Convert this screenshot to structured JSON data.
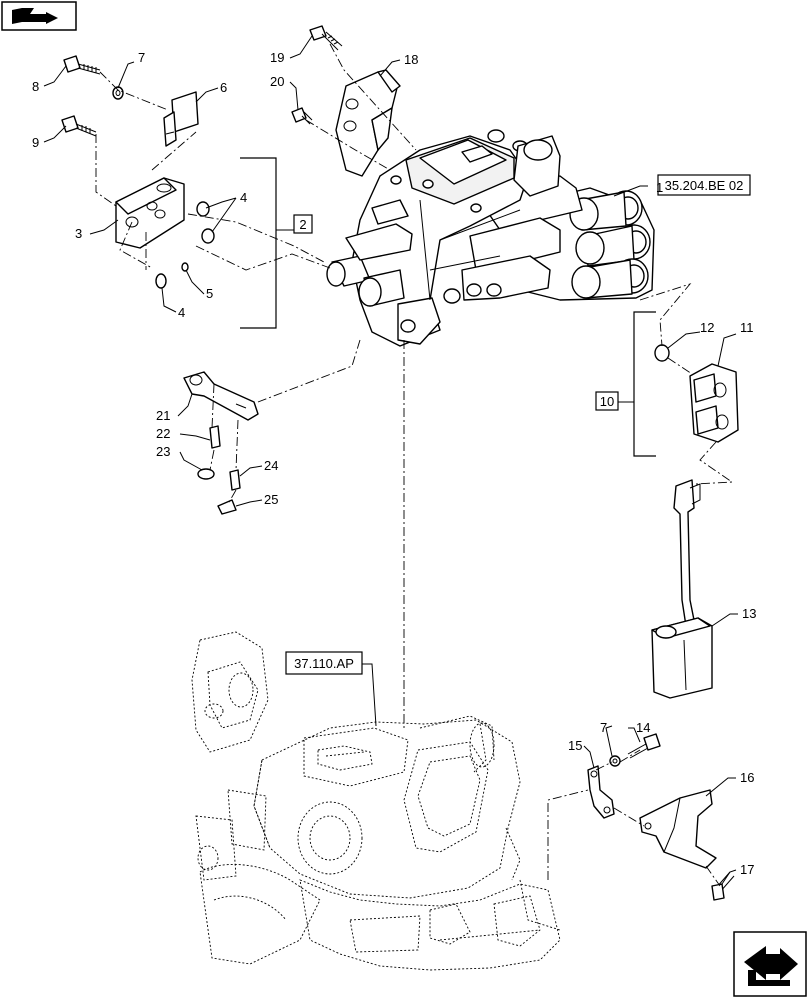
{
  "callouts": [
    {
      "id": "c1",
      "label": "1"
    },
    {
      "id": "c3",
      "label": "3"
    },
    {
      "id": "c4a",
      "label": "4"
    },
    {
      "id": "c4b",
      "label": "4"
    },
    {
      "id": "c5",
      "label": "5"
    },
    {
      "id": "c6",
      "label": "6"
    },
    {
      "id": "c7a",
      "label": "7"
    },
    {
      "id": "c7b",
      "label": "7"
    },
    {
      "id": "c8",
      "label": "8"
    },
    {
      "id": "c9",
      "label": "9"
    },
    {
      "id": "c11",
      "label": "11"
    },
    {
      "id": "c12",
      "label": "12"
    },
    {
      "id": "c13",
      "label": "13"
    },
    {
      "id": "c14",
      "label": "14"
    },
    {
      "id": "c15",
      "label": "15"
    },
    {
      "id": "c16",
      "label": "16"
    },
    {
      "id": "c17",
      "label": "17"
    },
    {
      "id": "c18",
      "label": "18"
    },
    {
      "id": "c19",
      "label": "19"
    },
    {
      "id": "c20",
      "label": "20"
    },
    {
      "id": "c21",
      "label": "21"
    },
    {
      "id": "c22",
      "label": "22"
    },
    {
      "id": "c23",
      "label": "23"
    },
    {
      "id": "c24",
      "label": "24"
    },
    {
      "id": "c25",
      "label": "25"
    }
  ],
  "group_labels": {
    "group_2": "2",
    "group_10": "10"
  },
  "references": {
    "ref_valve": "35.204.BE 02",
    "ref_housing": "37.110.AP"
  },
  "icons": {
    "top_left": "page-flip-icon",
    "bottom_right": "next-page-arrow-icon"
  }
}
